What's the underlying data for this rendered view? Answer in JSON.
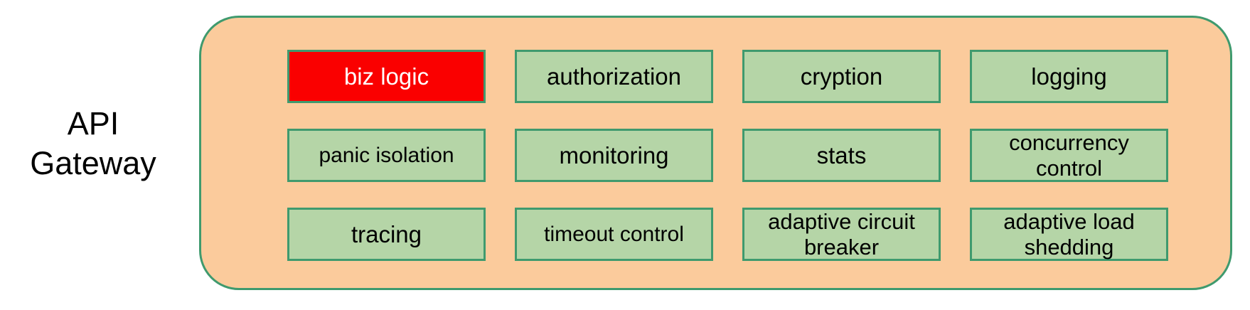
{
  "diagram": {
    "side_label": "API\nGateway",
    "container_name": "API Gateway container",
    "colors": {
      "container_fill": "#fbcb9c",
      "container_border": "#3f9a6e",
      "box_fill": "#b5d5a7",
      "box_border": "#3f9a6e",
      "highlight_fill": "#fa0000",
      "highlight_text": "#ffffff",
      "text": "#000000",
      "page_background": "#ffffff"
    },
    "grid": {
      "columns": 4,
      "rows": 3,
      "boxes": [
        {
          "label": "biz logic",
          "highlight": true,
          "lines": 1,
          "size": "normal"
        },
        {
          "label": "authorization",
          "highlight": false,
          "lines": 1,
          "size": "normal"
        },
        {
          "label": "cryption",
          "highlight": false,
          "lines": 1,
          "size": "normal"
        },
        {
          "label": "logging",
          "highlight": false,
          "lines": 1,
          "size": "normal"
        },
        {
          "label": "panic isolation",
          "highlight": false,
          "lines": 1,
          "size": "small"
        },
        {
          "label": "monitoring",
          "highlight": false,
          "lines": 1,
          "size": "normal"
        },
        {
          "label": "stats",
          "highlight": false,
          "lines": 1,
          "size": "normal"
        },
        {
          "label": "concurrency\ncontrol",
          "highlight": false,
          "lines": 2,
          "size": "two-line"
        },
        {
          "label": "tracing",
          "highlight": false,
          "lines": 1,
          "size": "normal"
        },
        {
          "label": "timeout control",
          "highlight": false,
          "lines": 1,
          "size": "small"
        },
        {
          "label": "adaptive circuit\nbreaker",
          "highlight": false,
          "lines": 2,
          "size": "two-line"
        },
        {
          "label": "adaptive load\nshedding",
          "highlight": false,
          "lines": 2,
          "size": "two-line"
        }
      ]
    }
  }
}
